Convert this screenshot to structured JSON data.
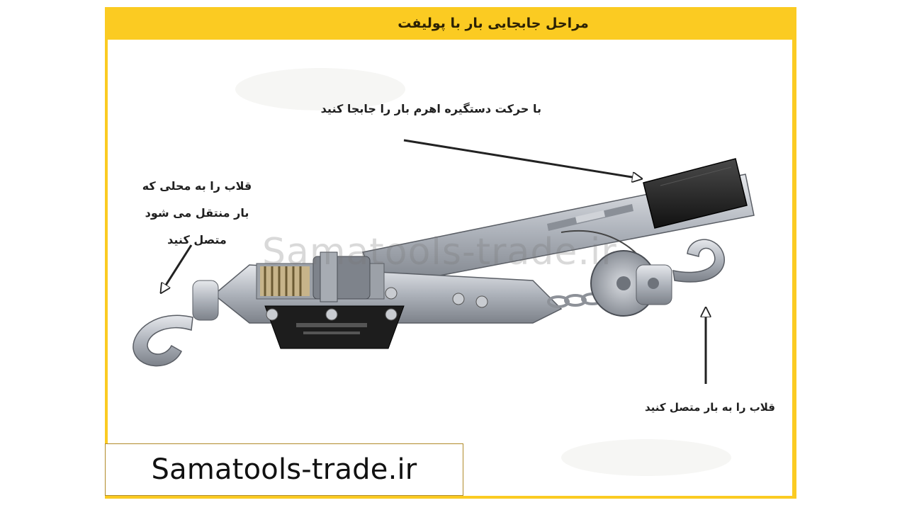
{
  "header": {
    "title": "مراحل جابجایی بار با پولیفت"
  },
  "captions": {
    "handle": "با حرکت دستگیره اهرم بار را جابجا کنید",
    "hook_left": "قلاب را به محلی که\nبار منتقل می شود\nمتصل کنید",
    "hook_right": "قلاب را به بار متصل کنید"
  },
  "watermark": "Samatools-trade.ir",
  "site_label": "Samatools-trade.ir",
  "icons": {
    "arrow": "arrow-icon",
    "hook": "hook-icon",
    "pulley": "pulley-icon"
  },
  "colors": {
    "frame": "#fbcb22",
    "grip": "#222222",
    "metal": "#b8bcc4"
  }
}
